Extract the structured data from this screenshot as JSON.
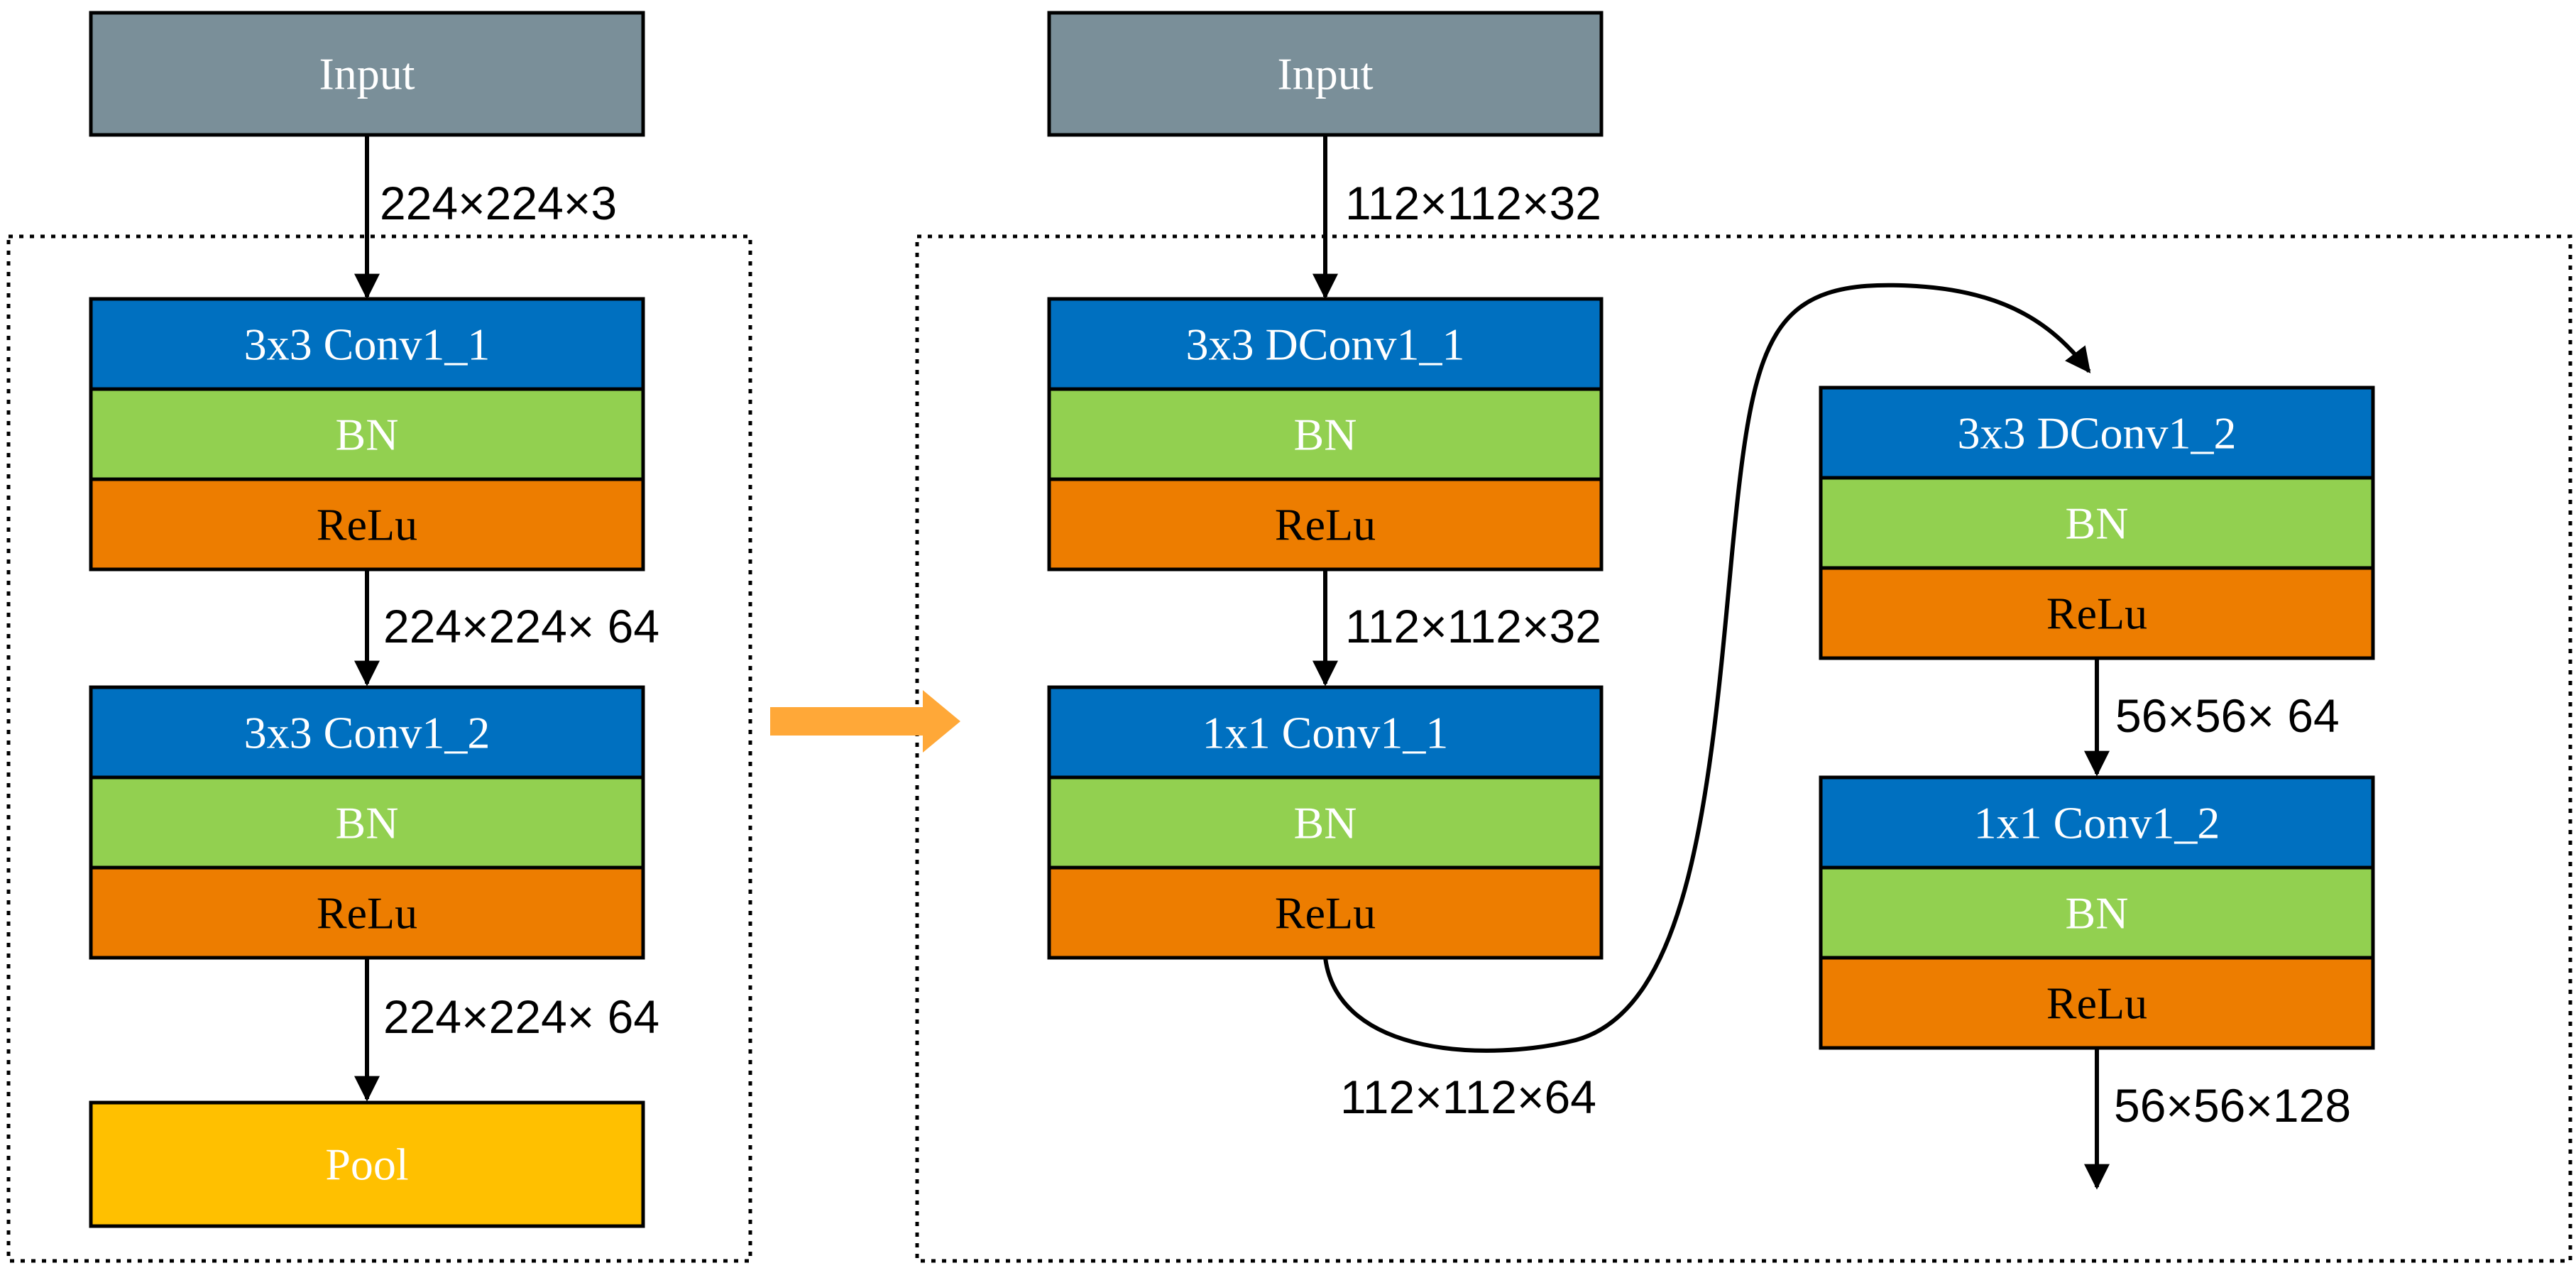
{
  "colors": {
    "input": "#7a8f99",
    "conv": "#0070c0",
    "bn": "#92d050",
    "relu": "#ed7d00",
    "pool": "#ffc000",
    "transition_arrow": "#ffa838",
    "stroke": "#000000",
    "light_text": "#ffffff",
    "dark_text": "#000000"
  },
  "left": {
    "input": "Input",
    "dim_input": "224×224×3",
    "conv1": {
      "conv": "3x3 Conv1_1",
      "bn": "BN",
      "relu": "ReLu"
    },
    "dim_conv1": "224×224× 64",
    "conv2": {
      "conv": "3x3 Conv1_2",
      "bn": "BN",
      "relu": "ReLu"
    },
    "dim_conv2": "224×224× 64",
    "pool": "Pool"
  },
  "right": {
    "input": "Input",
    "dim_input": "112×112×32",
    "dconv1": {
      "conv": "3x3 DConv1_1",
      "bn": "BN",
      "relu": "ReLu"
    },
    "dim_dconv1": "112×112×32",
    "pconv1": {
      "conv": "1x1 Conv1_1",
      "bn": "BN",
      "relu": "ReLu"
    },
    "dim_pconv1": "112×112×64",
    "dconv2": {
      "conv": "3x3 DConv1_2",
      "bn": "BN",
      "relu": "ReLu"
    },
    "dim_dconv2": "56×56× 64",
    "pconv2": {
      "conv": "1x1 Conv1_2",
      "bn": "BN",
      "relu": "ReLu"
    },
    "dim_output": "56×56×128"
  }
}
